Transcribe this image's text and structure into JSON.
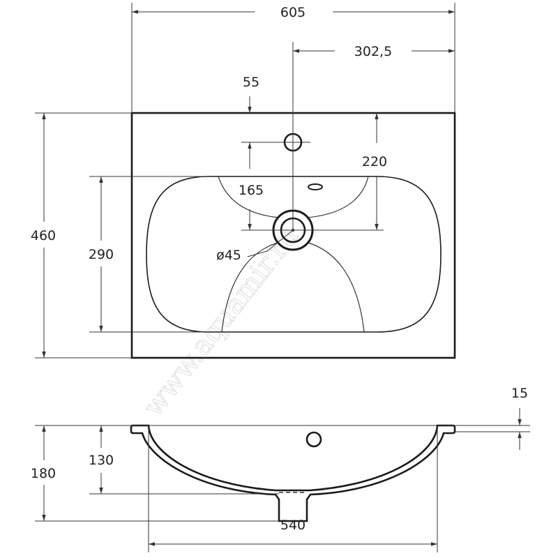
{
  "watermark": "www.aquamir.ru",
  "top_view": {
    "width": "605",
    "half_width": "302,5",
    "tap_offset": "55",
    "tap_to_drain": "165",
    "edge_to_drain": "220",
    "depth": "460",
    "bowl_depth": "290",
    "drain_diameter": "ø45"
  },
  "side_view": {
    "flange": "15",
    "height": "180",
    "bowl_height": "130",
    "bowl_width": "540"
  }
}
